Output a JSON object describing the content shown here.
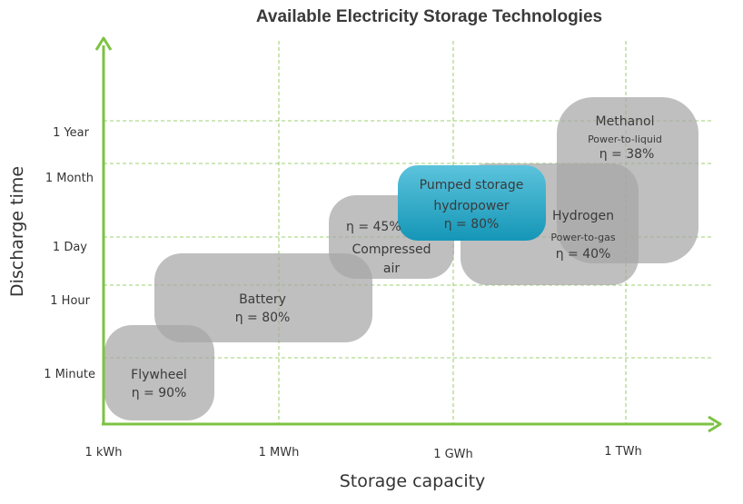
{
  "title": "Available Electricity Storage Technologies",
  "chart_data": {
    "type": "bubble-range",
    "title": "Available Electricity Storage Technologies",
    "xlabel": "Storage capacity",
    "ylabel": "Discharge time",
    "x_ticks": [
      "1 kWh",
      "1 MWh",
      "1 GWh",
      "1 TWh"
    ],
    "y_ticks": [
      "1 Minute",
      "1 Hour",
      "1 Day",
      "1 Month",
      "1 Year"
    ],
    "grid": true,
    "technologies": [
      {
        "name": "Flywheel",
        "efficiency": "η = 90%",
        "highlight": false
      },
      {
        "name": "Battery",
        "efficiency": "η = 80%",
        "highlight": false
      },
      {
        "name": "Compressed air",
        "lines": [
          "Compressed",
          "air"
        ],
        "efficiency": "η = 45%",
        "highlight": false
      },
      {
        "name": "Pumped storage hydropower",
        "lines": [
          "Pumped storage",
          "hydropower"
        ],
        "efficiency": "η = 80%",
        "highlight": true
      },
      {
        "name": "Hydrogen",
        "subtitle": "Power-to-gas",
        "efficiency": "η = 40%",
        "highlight": false
      },
      {
        "name": "Methanol",
        "subtitle": "Power-to-liquid",
        "efficiency": "η = 38%",
        "highlight": false
      }
    ],
    "colors": {
      "axis": "#7dc242",
      "box": "#a6a6a6",
      "highlight": "#1aa3c4"
    }
  }
}
